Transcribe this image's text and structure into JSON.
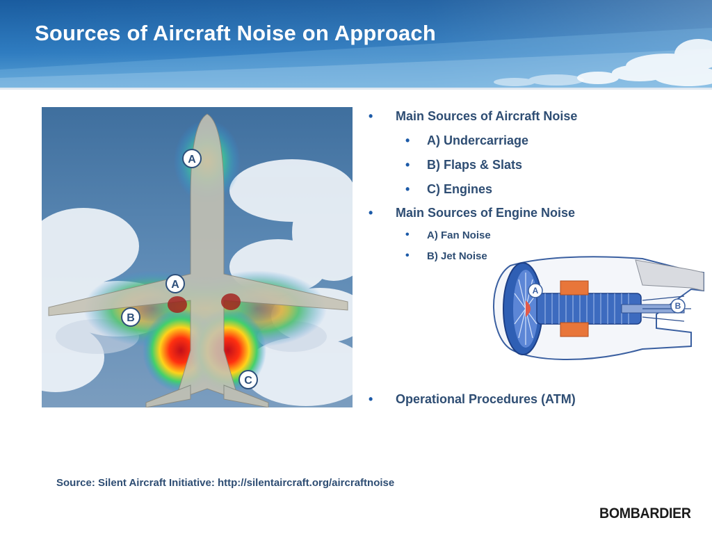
{
  "slide": {
    "title": "Sources of Aircraft Noise on Approach",
    "source_note": "Source: Silent Aircraft Initiative: http://silentaircraft.org/aircraftnoise",
    "logo_text": "BOMBARDIER"
  },
  "bullets": [
    {
      "level": 1,
      "text": "Main Sources of Aircraft Noise"
    },
    {
      "level": 2,
      "text": "A) Undercarriage"
    },
    {
      "level": 2,
      "text": "B) Flaps & Slats"
    },
    {
      "level": 2,
      "text": "C) Engines"
    },
    {
      "level": 1,
      "text": "Main Sources of Engine Noise"
    },
    {
      "level": 3,
      "text": "A) Fan Noise"
    },
    {
      "level": 3,
      "text": "B) Jet Noise"
    },
    {
      "level": 1,
      "text": "Operational Procedures (ATM)"
    }
  ],
  "bullet_glyph": "•",
  "aircraft_labels": {
    "nose": "A",
    "wing_gear": "A",
    "wing": "B",
    "engine": "C"
  },
  "engine_labels": {
    "fan": "A",
    "jet": "B"
  },
  "colors": {
    "header_blue": "#1d63a8",
    "text_navy": "#2e4d73",
    "bullet_blue": "#1c5aa8"
  }
}
